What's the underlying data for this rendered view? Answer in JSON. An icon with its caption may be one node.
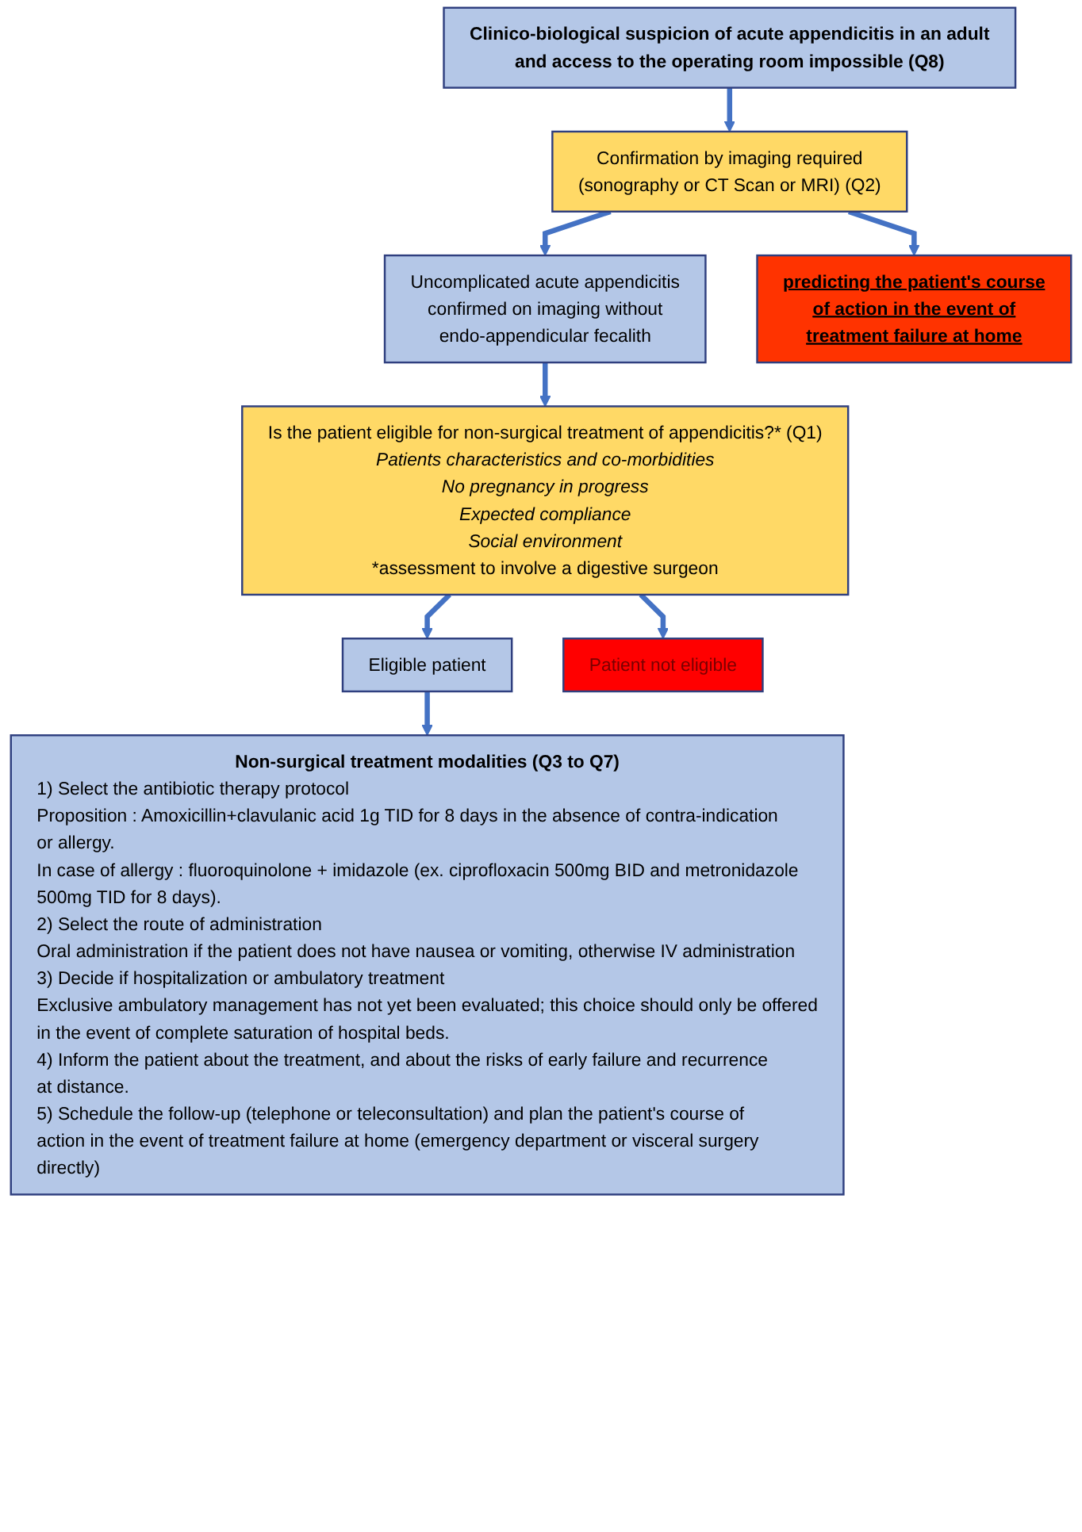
{
  "diagram": {
    "nodes": [
      {
        "text": [
          "Clinico-biological suspicion of acute appendicitis in an adult and access to the operating room impossible (Q8)"
        ]
      },
      {
        "text": [
          "Confirmation by imaging required (sonography or CT Scan or MRI) (Q2)"
        ]
      },
      {
        "text": [
          "Uncomplicated acute appendicitis confirmed on imaging without endo-appendicular fecalith"
        ]
      },
      {
        "text": [
          "predicting the patient's course of action in the event of treatment failure at home"
        ]
      },
      {
        "text": [
          "Is the patient eligible for non-surgical treatment of appendicitis?* (Q1)",
          "Patients characteristics and co-morbidities",
          "No pregnancy in progress",
          "Expected compliance",
          "Social environment",
          "*assessment to involve a digestive surgeon"
        ]
      },
      {
        "text": [
          "Eligible patient"
        ]
      },
      {
        "text": [
          "Patient not eligible"
        ]
      },
      {
        "text": [
          "Non-surgical treatment modalities (Q3 to Q7)",
          "1) Select the antibiotic therapy protocol",
          "Proposition : Amoxicillin+clavulanic acid 1g TID for 8 days in the absence of contra-indication or allergy.",
          "In case of allergy : fluoroquinolone + imidazole (ex. ciprofloxacin 500mg BID and metronidazole 500mg TID for 8 days).",
          "2) Select the route of administration",
          "Oral administration if the patient does not have nausea or vomiting, otherwise IV administration",
          "3) Decide if hospitalization or ambulatory treatment",
          "Exclusive ambulatory management has not yet been evaluated; this choice should only be offered in the event of complete saturation of hospital beds.",
          "4) Inform the patient about the treatment, and about the risks of early failure and recurrence at distance.",
          "5) Schedule the follow-up (telephone or teleconsultation) and plan the patient's course of action in the event of treatment failure at home (emergency department or visceral surgery directly)"
        ]
      }
    ],
    "edges": [
      {
        "from": 0,
        "to": 1,
        "arrow": "to"
      },
      {
        "from": 1,
        "to": 2,
        "arrow": "to"
      },
      {
        "from": 1,
        "to": 3,
        "arrow": "to"
      },
      {
        "from": 2,
        "to": 4,
        "arrow": "to"
      },
      {
        "from": 4,
        "to": 5,
        "arrow": "to"
      },
      {
        "from": 4,
        "to": 6,
        "arrow": "to"
      },
      {
        "from": 5,
        "to": 7,
        "arrow": "to"
      }
    ]
  }
}
